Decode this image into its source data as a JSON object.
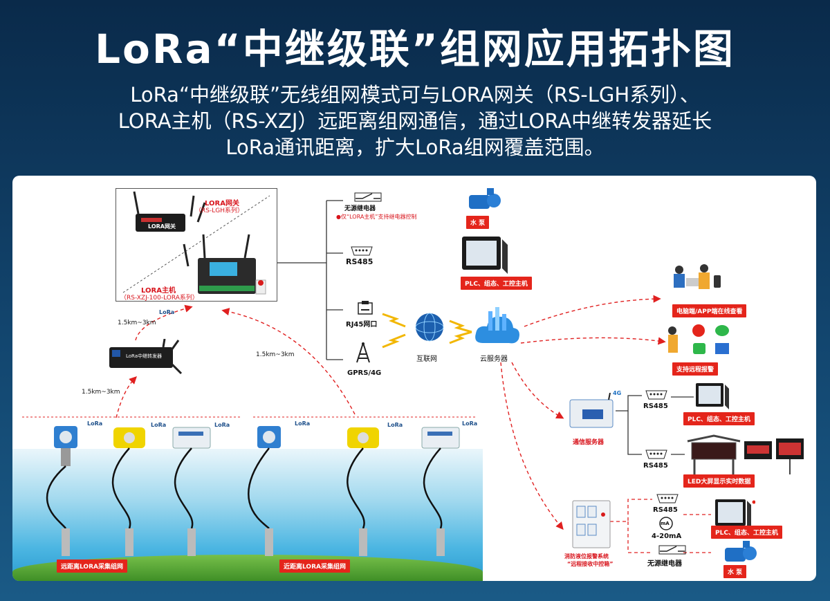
{
  "header": {
    "title": "LoRa“中继级联”组网应用拓扑图",
    "subtitle_lines": [
      "LoRa“中继级联”无线组网模式可与LORA网关（RS-LGH系列）、",
      "LORA主机（RS-XZJ）远距离组网通信，通过LORA中继转发器延长",
      "LoRa通讯距离，扩大LoRa组网覆盖范围。"
    ]
  },
  "gateway": {
    "gateway_name": "LORA网关",
    "gateway_model": "（RS-LGH系列）",
    "host_name": "LORA主机",
    "host_model": "（RS-XZJ-100-LORA系列）",
    "device_text": "LORA网关",
    "lora_badge": "LoRa"
  },
  "links": {
    "dist_1": "1.5km~3km",
    "dist_2": "1.5km~3km",
    "dist_3": "1.5km~3km"
  },
  "repeater": {
    "device_text": "LoRa中继转发器"
  },
  "sensors": {
    "lora_badge": "LoRa",
    "far_group_label": "远距离LORA采集组网",
    "near_group_label": "近距离LORA采集组网"
  },
  "interfaces": {
    "relay_label": "无源继电器",
    "relay_note": "●仅“LORA主机”支持继电器控制",
    "pump_label": "水 泵",
    "rs485_label": "RS485",
    "plc_label": "PLC、组态、工控主机",
    "rj45_label": "RJ45网口",
    "gprs_label": "GPRS/4G",
    "internet_label": "互联网",
    "cloud_label": "云服务器"
  },
  "cloud_outputs": {
    "online_label": "电脑端/APP端在线查看",
    "alarm_label": "支持远程报警"
  },
  "comm_server": {
    "label": "通信服务器",
    "rs485_a": "RS485",
    "plc_label": "PLC、组态、工控主机",
    "rs485_b": "RS485",
    "led_label": "LED大屏显示实时数据",
    "badge_4g": "4G"
  },
  "fire_alarm": {
    "label_line1": "消防液位报警系统",
    "label_line2": "“远程接收中控箱”",
    "rs485": "RS485",
    "ma_symbol": "mA",
    "current_label": "4-20mA",
    "plc_label": "PLC、组态、工控主机",
    "relay_label": "无源继电器",
    "pump_label": "水 泵"
  },
  "colors": {
    "accent_red": "#e4251b",
    "dash_red": "#e02020",
    "brand_blue": "#1d4f8a"
  }
}
